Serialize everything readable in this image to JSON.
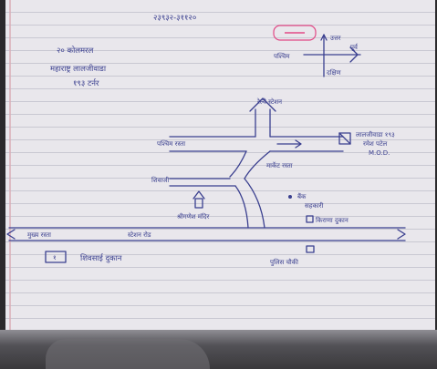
{
  "header_number": "२३९३२-३११२०",
  "stamp_text": "",
  "title": {
    "line1": "२० कोलमरल",
    "line2": "महाराष्ट्र लालजीवाडा",
    "line3": "१९३ टर्नर"
  },
  "compass": {
    "north": "उत्तर",
    "east": "पूर्व",
    "west": "पश्चिम",
    "south": "दक्षिण"
  },
  "places": {
    "north_end": "रेल्वे स्टेशन",
    "west_road": "पश्चिम रस्ता",
    "main_house": "लालजीवाडा १९३",
    "house_sub": "रमेश पटेल",
    "house_code": "M.O.D.",
    "center_road": "मार्केट रस्ता",
    "west_road2": "शिवाजी",
    "temple": "श्रीगणेश मंदिर",
    "bank": "बैंक",
    "bank_sub": "सहकारी",
    "shop": "किराणा दुकान",
    "main_road_left": "मुख्य रस्ता",
    "main_road_mid": "स्टेशन रोड",
    "box_left": "१",
    "box_left_label": "शिवसाई दुकान",
    "police": "पुलिस चौकी"
  },
  "colors": {
    "ink": "#3a3f8f",
    "stamp": "#e24a86",
    "paper": "#e9e7ec"
  }
}
